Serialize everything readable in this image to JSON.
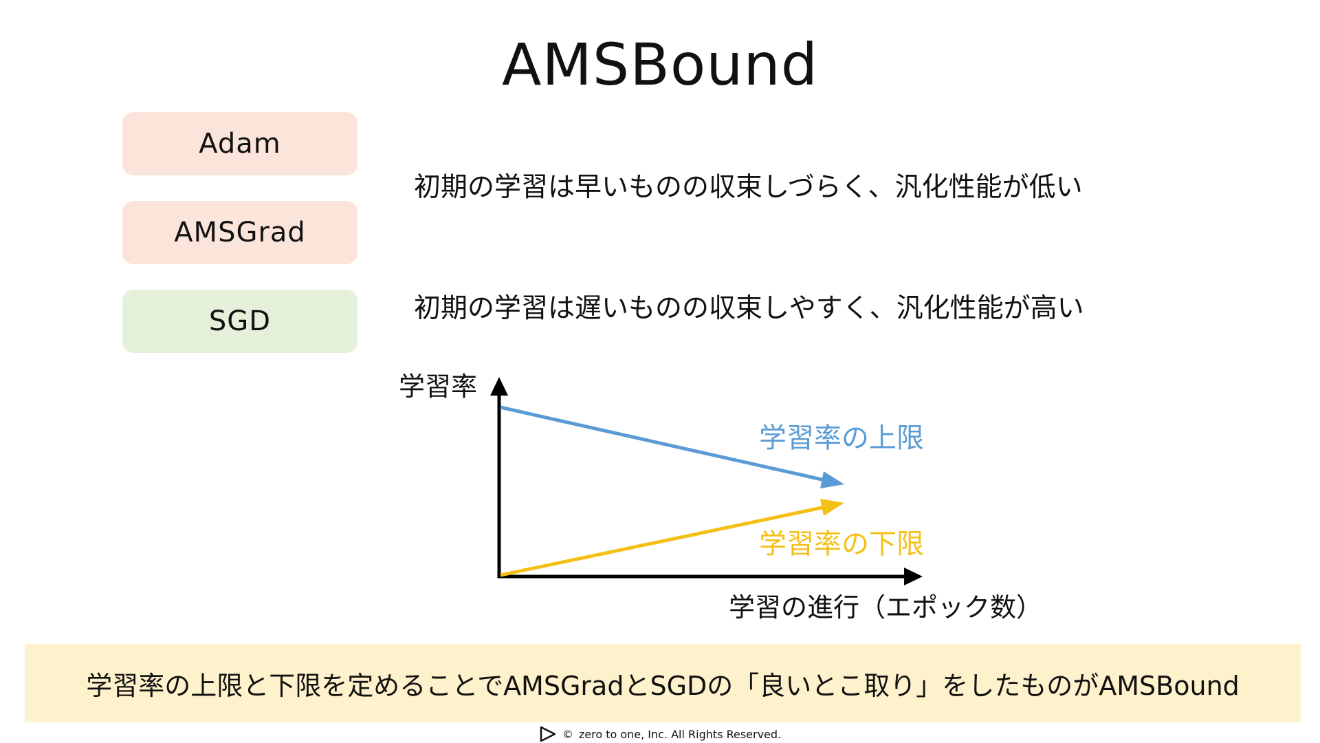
{
  "title": "AMSBound",
  "optimizers": [
    {
      "label": "Adam",
      "color": "#fbe5da"
    },
    {
      "label": "AMSGrad",
      "color": "#fbe5da"
    },
    {
      "label": "SGD",
      "color": "#e4f0da"
    }
  ],
  "descriptions": {
    "adaptive": "初期の学習は早いものの収束しづらく、汎化性能が低い",
    "sgd": "初期の学習は遅いものの収束しやすく、汎化性能が高い"
  },
  "diagram": {
    "y_axis_label": "学習率",
    "x_axis_label": "学習の進行（エポック数）",
    "upper_bound": {
      "label": "学習率の上限",
      "color": "#5b9bd5"
    },
    "lower_bound": {
      "label": "学習率の下限",
      "color": "#f5c016"
    }
  },
  "summary": {
    "text": "学習率の上限と下限を定めることでAMSGradとSGDの「良いとこ取り」をしたものがAMSBound",
    "color": "#fef2cc"
  },
  "footer": {
    "copyright_symbol": "©",
    "text": "zero to one, Inc. All Rights Reserved."
  }
}
